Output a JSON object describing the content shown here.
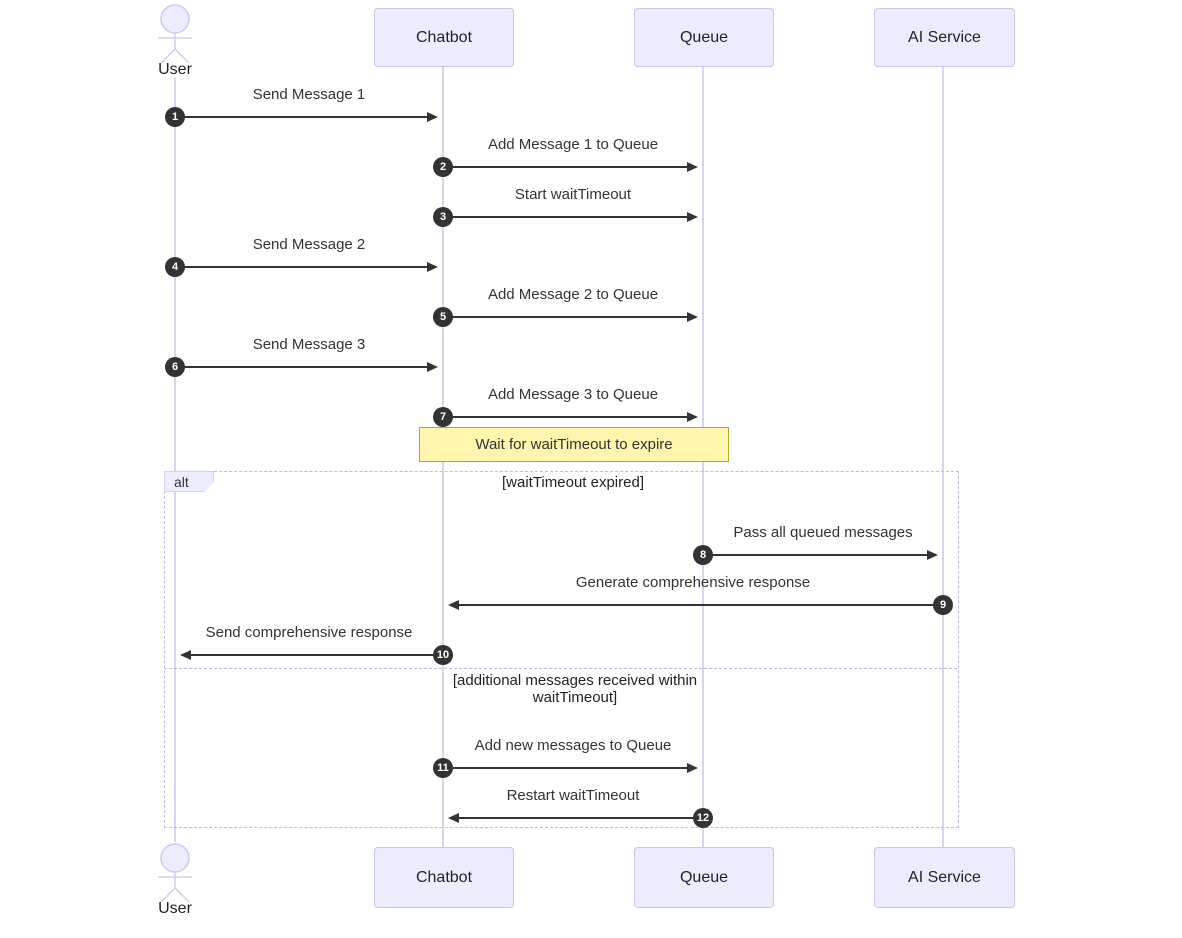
{
  "diagram": {
    "type": "sequence-diagram",
    "participants": [
      {
        "name": "User",
        "kind": "actor"
      },
      {
        "name": "Chatbot",
        "kind": "participant"
      },
      {
        "name": "Queue",
        "kind": "participant"
      },
      {
        "name": "AI Service",
        "kind": "participant"
      }
    ],
    "messages": [
      {
        "seq": "1",
        "from": "User",
        "to": "Chatbot",
        "label": "Send Message 1"
      },
      {
        "seq": "2",
        "from": "Chatbot",
        "to": "Queue",
        "label": "Add Message 1 to Queue"
      },
      {
        "seq": "3",
        "from": "Chatbot",
        "to": "Queue",
        "label": "Start waitTimeout"
      },
      {
        "seq": "4",
        "from": "User",
        "to": "Chatbot",
        "label": "Send Message 2"
      },
      {
        "seq": "5",
        "from": "Chatbot",
        "to": "Queue",
        "label": "Add Message 2 to Queue"
      },
      {
        "seq": "6",
        "from": "User",
        "to": "Chatbot",
        "label": "Send Message 3"
      },
      {
        "seq": "7",
        "from": "Chatbot",
        "to": "Queue",
        "label": "Add Message 3 to Queue"
      },
      {
        "seq": "8",
        "from": "Queue",
        "to": "AI Service",
        "label": "Pass all queued messages"
      },
      {
        "seq": "9",
        "from": "AI Service",
        "to": "Chatbot",
        "label": "Generate comprehensive response"
      },
      {
        "seq": "10",
        "from": "Chatbot",
        "to": "User",
        "label": "Send comprehensive response"
      },
      {
        "seq": "11",
        "from": "Chatbot",
        "to": "Queue",
        "label": "Add new messages to Queue"
      },
      {
        "seq": "12",
        "from": "Queue",
        "to": "Chatbot",
        "label": "Restart waitTimeout"
      }
    ],
    "note": {
      "text": "Wait for waitTimeout to expire",
      "over": [
        "Chatbot",
        "Queue"
      ]
    },
    "alt": {
      "label": "alt",
      "branches": [
        {
          "condition": "[waitTimeout expired]"
        },
        {
          "condition": "[additional messages received within waitTimeout]"
        }
      ]
    },
    "colors": {
      "participant_fill": "#ECECFF",
      "participant_border": "#c9c4e8",
      "lifeline": "#d9d3ee",
      "note_fill": "#FFF5AD",
      "note_border": "#AAAA33",
      "arrow": "#333333",
      "seq_badge": "#333333",
      "frame_border": "#bfb9de"
    }
  }
}
